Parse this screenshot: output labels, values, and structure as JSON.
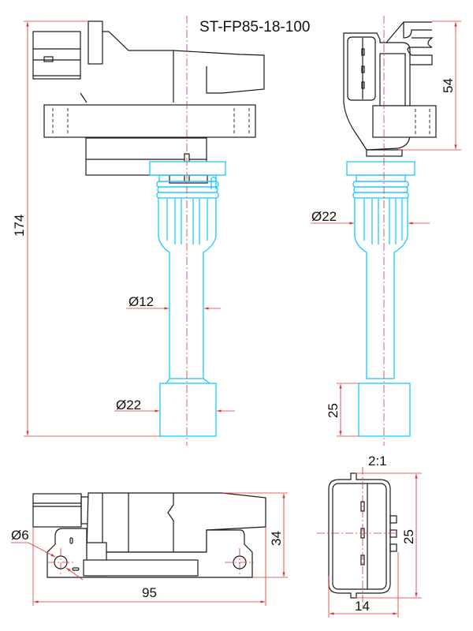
{
  "title": "ST-FP85-18-100",
  "scale": "2:1",
  "colors": {
    "outline": "#1a1a1a",
    "boot": "#18c8ff",
    "dimension": "#e03030"
  },
  "dimensions": {
    "overall_length": "174",
    "side_height": "54",
    "tube_diameter": "Ø12",
    "boot_diameter_front": "Ø22",
    "boot_diameter_side": "Ø22",
    "cap_length": "25",
    "mount_hole": "Ø6",
    "body_length": "95",
    "body_height": "34",
    "connector_height": "25",
    "connector_width": "14"
  }
}
